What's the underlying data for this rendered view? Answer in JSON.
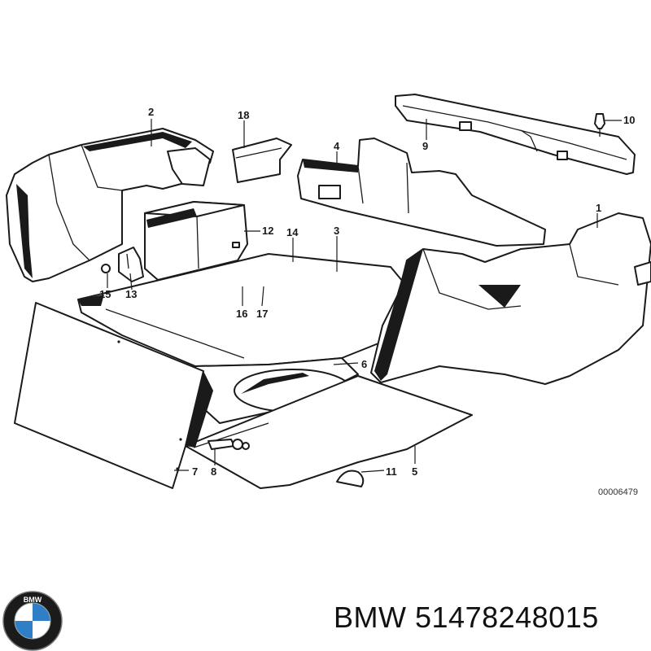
{
  "drawing_number": "00006479",
  "callouts": {
    "c1": "1",
    "c2": "2",
    "c3": "3",
    "c4": "4",
    "c5": "5",
    "c6": "6",
    "c7": "7",
    "c8": "8",
    "c9": "9",
    "c10": "10",
    "c11": "11",
    "c12": "12",
    "c13": "13",
    "c14": "14",
    "c15": "15",
    "c16": "16",
    "c17": "17",
    "c18": "18"
  },
  "brand": "BMW",
  "part_number": "51478248015",
  "logo_lettering": "BMW",
  "colors": {
    "line": "#1a1a1a",
    "background": "#ffffff",
    "logo_blue": "#2f7fc6",
    "logo_ring": "#1b1b1b"
  }
}
